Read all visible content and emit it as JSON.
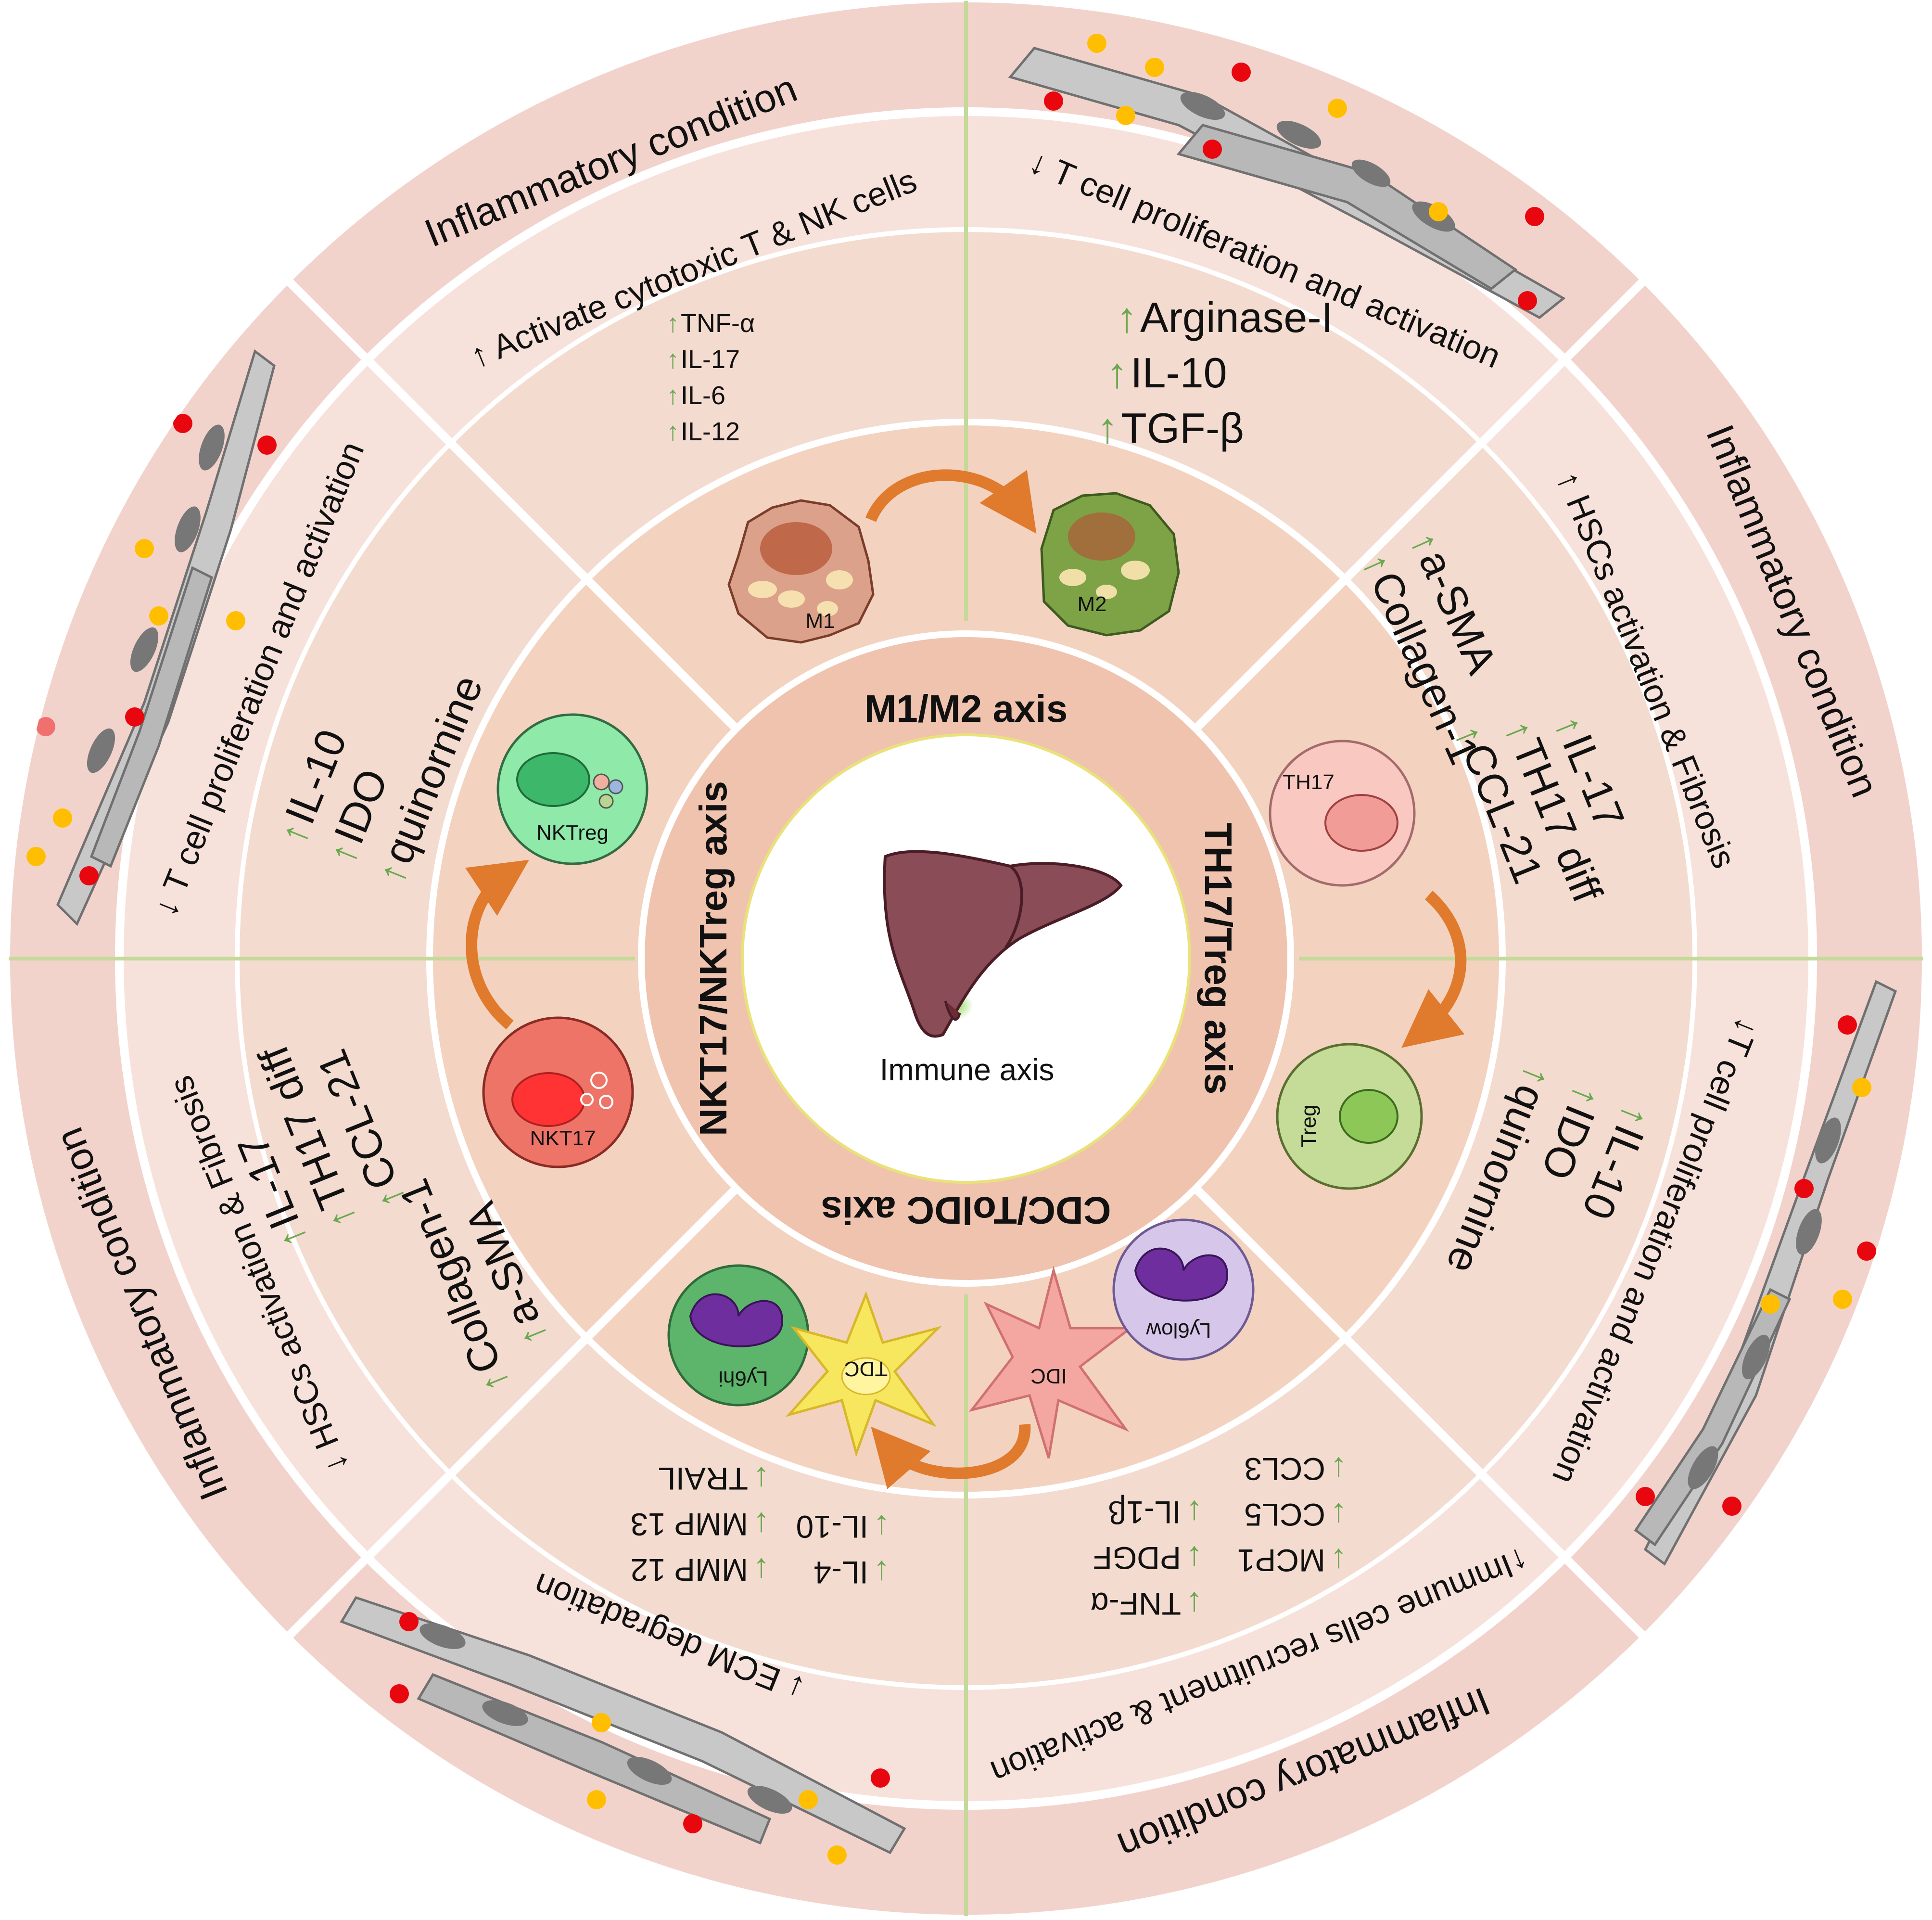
{
  "center": {
    "label": "Immune axis"
  },
  "axes": {
    "m1m2": "M1/M2 axis",
    "th17treg": "TH17/Treg axis",
    "cdctoldc": "CDC/TolDC axis",
    "nkt": "NKT17/NKTreg axis"
  },
  "cells": {
    "m1": "M1",
    "m2": "M2",
    "th17": "TH17",
    "treg": "Treg",
    "nktreg": "NKTreg",
    "nkt17": "NKT17",
    "ly6hi": "Ly6hi",
    "ly6low": "Ly6low",
    "tdc": "TDC",
    "idc": "IDC"
  },
  "outer_ring": {
    "top_left": "Inflammatory condition",
    "right_upper": "Inflammatory condition",
    "left_lower": "Inflammatory condition",
    "bottom_right": "Inflammatory condition"
  },
  "effects": {
    "top_left": "↑ Activate cytotoxic T & NK cells",
    "top_right": "↓ T cell proliferation and activation",
    "right_upper": "↑ HSCs activation & Fibrosis",
    "right_lower": "↓T cell proliferation and activation",
    "bottom_right": "↑Immune cells recruitment & activation",
    "bottom_left": "↓ ECM degradation",
    "left_lower": "↓ HSCs activation & Fibrosis",
    "left_upper": "↓ T cell proliferation and activation"
  },
  "markers": {
    "m1": [
      "TNF-α",
      "IL-17",
      "IL-6",
      "IL-12"
    ],
    "m2": [
      "Arginase-I",
      "IL-10",
      "TGF-β"
    ],
    "th17_col1": [
      "a-SMA",
      "Collagen-1"
    ],
    "th17_col2": [
      "IL-17",
      "TH17 diff",
      "CCL-21"
    ],
    "treg": [
      "IL-10",
      "IDO",
      "quinornine"
    ],
    "idc_col1": [
      "CCL3",
      "CCL5",
      "MCP1"
    ],
    "idc_col2": [
      "IL-1β",
      "PDGF",
      "TNF-α"
    ],
    "tdc_col1": [
      "TRAIL",
      "MMP 13",
      "MMP 12"
    ],
    "tdc_col2": [
      "IL-10",
      "IL-4"
    ],
    "nkt17_col1": [
      "IL-17",
      "TH17 diff",
      "CCL-21"
    ],
    "nkt17_col2": [
      "Collagen-1",
      "a-SMA"
    ],
    "nktreg": [
      "IL-10",
      "IDO",
      "quinornine"
    ]
  },
  "colors": {
    "outer_ring": "#f2d3cc",
    "middle_ring": "#f7e2db",
    "sector_ring": "#f3d3c0",
    "axis_ring": "#f0c3ae",
    "up_arrow": "#6aa84f",
    "down_arrow": "#6aa84f",
    "divider_green": "#c5d99a",
    "cell_m1": "#d49b82",
    "cell_m2": "#7da346",
    "cell_th17": "#f7c5bc",
    "cell_treg": "#c4dc98",
    "cell_nktreg": "#8fe9a9",
    "cell_nkt17": "#ee7468",
    "red_dot": "#e8070f",
    "yellow_dot": "#ffbf00"
  }
}
